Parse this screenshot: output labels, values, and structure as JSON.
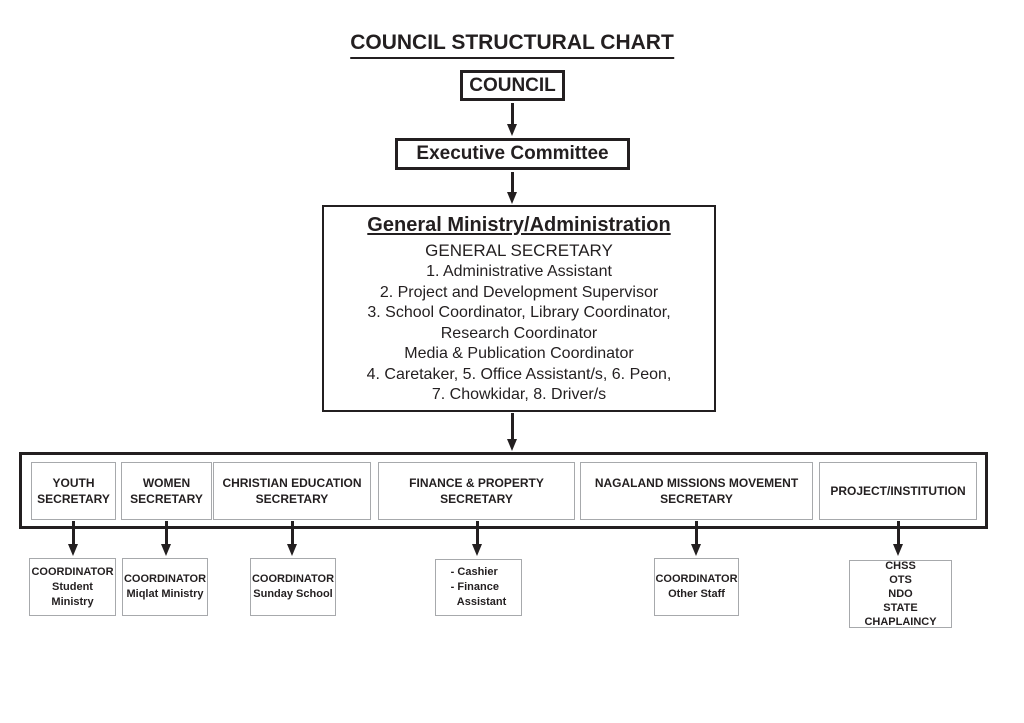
{
  "title": "COUNCIL STRUCTURAL CHART",
  "nodes": {
    "council": "COUNCIL",
    "executive": "Executive Committee",
    "general": {
      "heading": "General Ministry/Administration",
      "subheading": "GENERAL SECRETARY",
      "lines": [
        "1. Administrative Assistant",
        "2. Project and Development Supervisor",
        "3. School Coordinator, Library Coordinator,",
        "Research Coordinator",
        "Media & Publication Coordinator",
        "4. Caretaker, 5. Office Assistant/s, 6. Peon,",
        "7. Chowkidar, 8. Driver/s"
      ]
    },
    "secretaries": [
      {
        "label": "YOUTH\nSECRETARY",
        "report": "COORDINATOR\nStudent Ministry"
      },
      {
        "label": "WOMEN\nSECRETARY",
        "report": "COORDINATOR\nMiqlat Ministry"
      },
      {
        "label": "CHRISTIAN EDUCATION\nSECRETARY",
        "report": "COORDINATOR\nSunday School"
      },
      {
        "label": "FINANCE & PROPERTY\nSECRETARY",
        "report": "- Cashier\n- Finance\n  Assistant"
      },
      {
        "label": "NAGALAND MISSIONS MOVEMENT\nSECRETARY",
        "report": "COORDINATOR\nOther Staff"
      },
      {
        "label": "PROJECT/INSTITUTION",
        "report": "CHSS\nOTS\nNDO\nSTATE CHAPLAINCY"
      }
    ]
  },
  "colors": {
    "ink": "#231f20",
    "light_box_border": "#a7a9ac",
    "background": "#ffffff"
  }
}
